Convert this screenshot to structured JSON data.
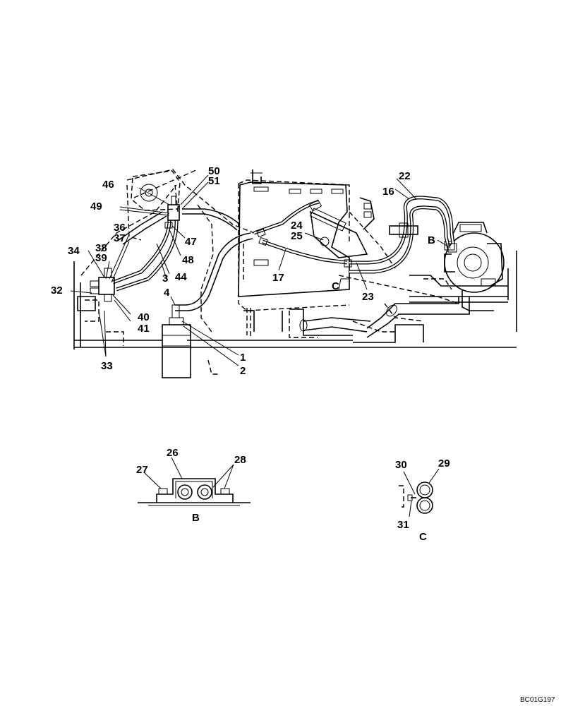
{
  "callouts": {
    "c1": "1",
    "c2": "2",
    "c3": "3",
    "c4": "4",
    "c16": "16",
    "c17": "17",
    "c22": "22",
    "c23": "23",
    "c24": "24",
    "c25": "25",
    "c26": "26",
    "c27": "27",
    "c28": "28",
    "c29": "29",
    "c30": "30",
    "c31": "31",
    "c32": "32",
    "c33": "33",
    "c34": "34",
    "c36": "36",
    "c37": "37",
    "c38": "38",
    "c39": "39",
    "c40": "40",
    "c41": "41",
    "c44": "44",
    "c46": "46",
    "c47": "47",
    "c48": "48",
    "c49": "49",
    "c50": "50",
    "c51": "51"
  },
  "view_markers": {
    "b_main": "B",
    "c_main": "C"
  },
  "detail_views": {
    "b_caption": "B",
    "c_caption": "C"
  },
  "drawing_code": "BC01G197"
}
